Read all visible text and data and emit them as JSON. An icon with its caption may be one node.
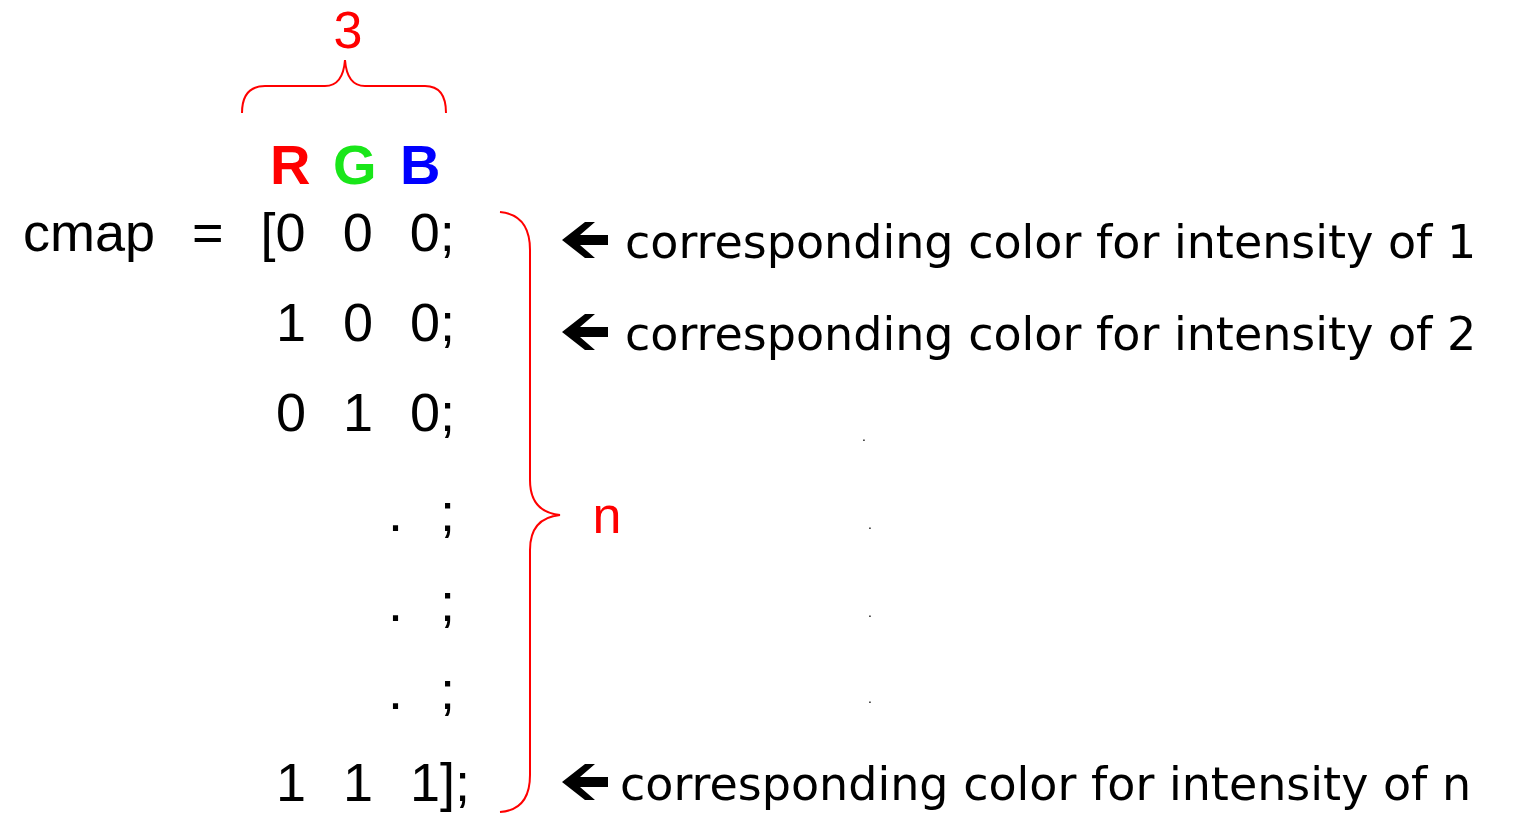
{
  "diagram": {
    "labels": [
      "3",
      "R",
      "G",
      "B",
      "cmap = [0 0 0;",
      "corresponding color for intensity of 1",
      "1 0 0;",
      "corresponding color for intensity of 2",
      "0 1 0;",
      ".",
      ". ;",
      "n",
      ".",
      ". ;",
      ".",
      ". ;",
      ".",
      "1 1 1];",
      "corresponding color for intensity of n"
    ]
  }
}
